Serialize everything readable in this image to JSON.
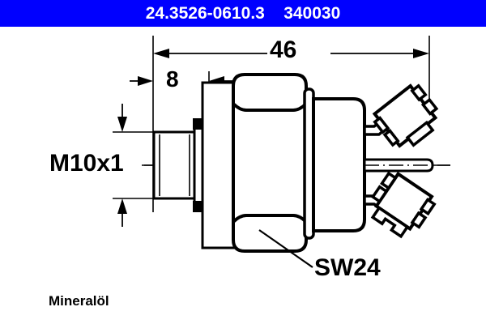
{
  "header": {
    "part_number": "24.3526-0610.3",
    "reference_number": "340030",
    "full_text": "24.3526-0610.3    340030",
    "background_color": "#0000ff",
    "text_color": "#ffffff"
  },
  "drawing": {
    "title": "Brake light switch technical drawing",
    "line_color": "#000000",
    "background_color": "#ffffff",
    "dimensions": {
      "overall_length": "46",
      "thread_length": "8",
      "thread_spec": "M10x1",
      "wrench_size": "SW24"
    },
    "notes": {
      "fluid_type": "Mineralöl"
    }
  },
  "labels": {
    "length_46": "46",
    "length_8": "8",
    "thread": "M10x1",
    "hex": "SW24",
    "fluid": "Mineralöl"
  }
}
